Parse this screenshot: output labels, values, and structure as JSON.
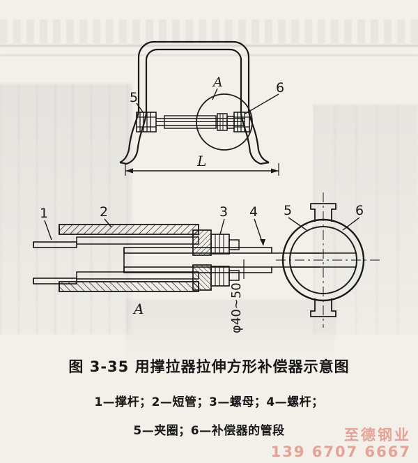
{
  "figure": {
    "caption": "图 3-35   用撑拉器拉伸方形补偿器示意图",
    "legend_line_1": "1—撑杆；2—短管；3—螺母；4—螺杆；",
    "legend_line_2": "5—夹圈；6—补偿器的管段"
  },
  "watermark": {
    "brand": "至德钢业",
    "phone": "139 6707 6667",
    "color": "#d65642"
  },
  "labels": {
    "top_view": {
      "callout_5": "5",
      "callout_6": "6",
      "detail_A": "A",
      "dimension_L": "L"
    },
    "bottom_view": {
      "callout_1": "1",
      "callout_2": "2",
      "callout_3": "3",
      "callout_4": "4",
      "callout_5": "5",
      "callout_6": "6",
      "section_A": "A",
      "diameter_note": "φ40~50"
    }
  },
  "colors": {
    "paper": "#f3f0ea",
    "ink": "#1a1a1a"
  }
}
